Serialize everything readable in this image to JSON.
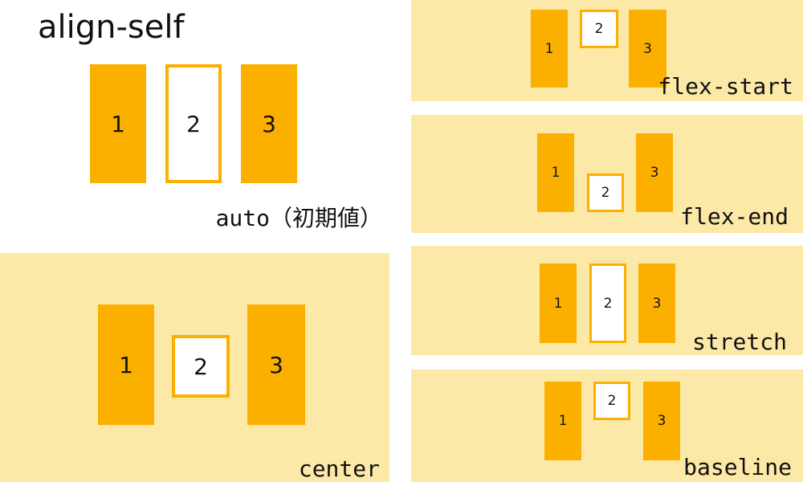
{
  "title": "align-self",
  "colors": {
    "item_fill": "#FBB000",
    "panel_bg": "#FCE9A8",
    "outline_item_bg": "#ffffff"
  },
  "panels": {
    "auto": {
      "caption": "auto（初期値）",
      "items": [
        "1",
        "2",
        "3"
      ]
    },
    "center": {
      "caption": "center",
      "items": [
        "1",
        "2",
        "3"
      ]
    },
    "flex_start": {
      "caption": "flex-start",
      "items": [
        "1",
        "2",
        "3"
      ]
    },
    "flex_end": {
      "caption": "flex-end",
      "items": [
        "1",
        "2",
        "3"
      ]
    },
    "stretch": {
      "caption": "stretch",
      "items": [
        "1",
        "2",
        "3"
      ]
    },
    "baseline": {
      "caption": "baseline",
      "items": [
        "1",
        "2",
        "3"
      ]
    }
  }
}
